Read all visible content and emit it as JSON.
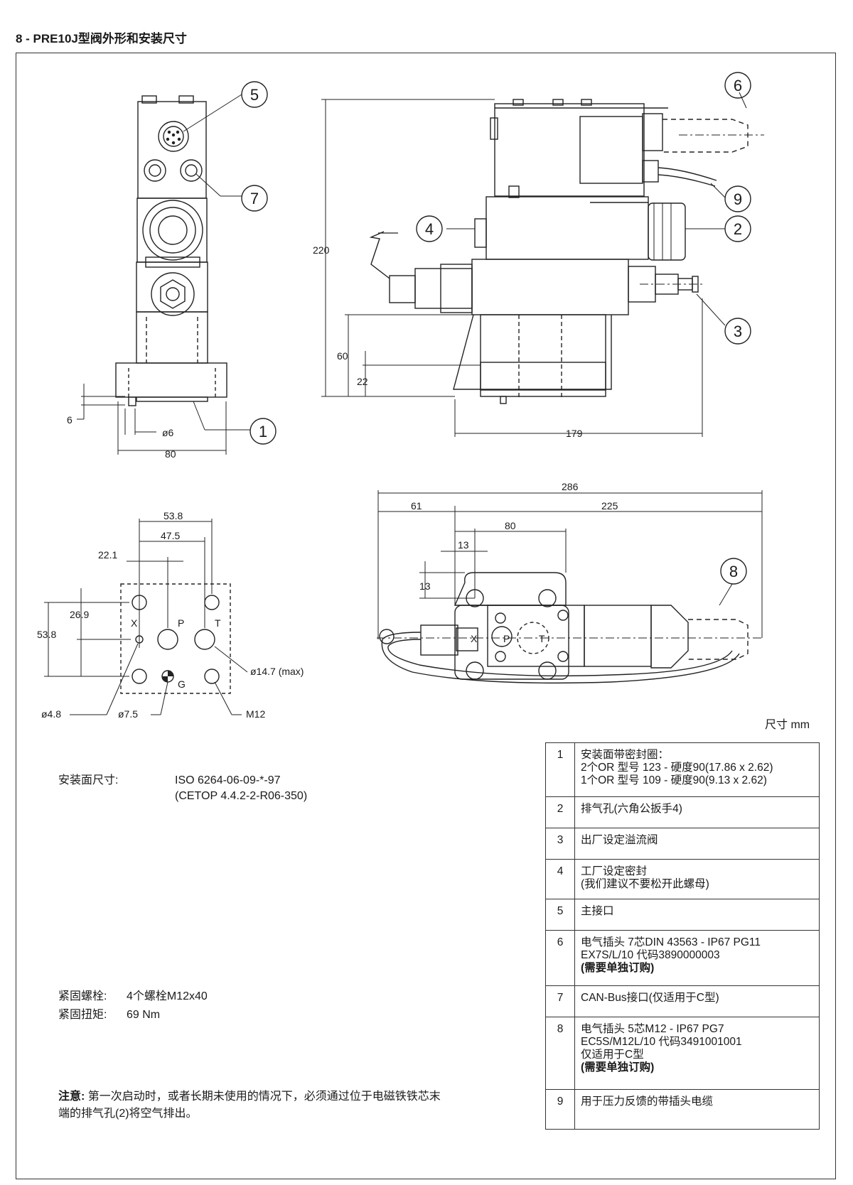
{
  "page_title": "8 - PRE10J型阀外形和安装尺寸",
  "unit_label": "尺寸  mm",
  "callouts": [
    "1",
    "2",
    "3",
    "4",
    "5",
    "6",
    "7",
    "8",
    "9"
  ],
  "dimensions": {
    "front": [
      "6",
      "ø6",
      "80"
    ],
    "side": [
      "220",
      "60",
      "22",
      "179"
    ],
    "top": [
      "286",
      "61",
      "225",
      "80",
      "13",
      "13"
    ],
    "mount": [
      "53.8",
      "47.5",
      "22.1",
      "26.9",
      "53.8",
      "ø14.7 (max)",
      "ø4.8",
      "ø7.5",
      "M12"
    ],
    "ports": [
      "X",
      "P",
      "T",
      "G",
      "X",
      "P",
      "T"
    ]
  },
  "mounting": {
    "label": "安装面尺寸:",
    "value_line1": "ISO 6264-06-09-*-97",
    "value_line2": "(CETOP 4.4.2-2-R06-350)"
  },
  "fixing": {
    "bolts_label": "紧固螺栓:",
    "bolts_value": "4个螺栓M12x40",
    "torque_label": "紧固扭矩:",
    "torque_value": "69 Nm"
  },
  "note": {
    "label": "注意:",
    "text": "第一次启动时，或者长期未使用的情况下，必须通过位于电磁铁铁芯末端的排气孔(2)将空气排出。"
  },
  "legend": [
    {
      "num": "1",
      "lines": [
        "安装面带密封圈：",
        "2个OR 型号 123 - 硬度90(17.86 x 2.62)",
        "1个OR 型号 109 - 硬度90(9.13 x 2.62)"
      ]
    },
    {
      "num": "2",
      "lines": [
        "排气孔(六角公扳手4)"
      ]
    },
    {
      "num": "3",
      "lines": [
        "出厂设定溢流阀"
      ]
    },
    {
      "num": "4",
      "lines": [
        "工厂设定密封",
        "(我们建议不要松开此螺母)"
      ]
    },
    {
      "num": "5",
      "lines": [
        "主接口"
      ]
    },
    {
      "num": "6",
      "lines": [
        "电气插头 7芯DIN 43563 - IP67 PG11",
        "EX7S/L/10 代码3890000003"
      ],
      "bold_line": "(需要单独订购)"
    },
    {
      "num": "7",
      "lines": [
        "CAN-Bus接口(仅适用于C型)"
      ]
    },
    {
      "num": "8",
      "lines": [
        "电气插头 5芯M12 - IP67 PG7",
        "EC5S/M12L/10 代码3491001001",
        "仅适用于C型"
      ],
      "bold_line": "(需要单独订购)"
    },
    {
      "num": "9",
      "lines": [
        "用于压力反馈的带插头电缆"
      ]
    }
  ]
}
